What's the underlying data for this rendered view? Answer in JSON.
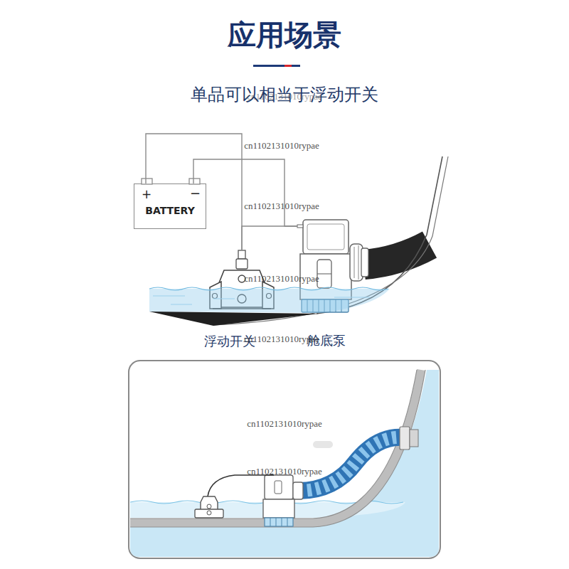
{
  "diagram": {
    "title": "应用场景",
    "nodes": [
      {
        "text": [
          "+",
          "−",
          "BATTERY"
        ]
      },
      {
        "text": [
          "浮动开关"
        ]
      },
      {
        "text": [
          "舱底泵"
        ]
      }
    ],
    "edges": [
      {
        "from": 0,
        "to": 1,
        "arrow": "none"
      },
      {
        "from": 0,
        "to": 2,
        "arrow": "none"
      },
      {
        "from": 1,
        "to": 2,
        "arrow": "none"
      }
    ],
    "labels": [
      "单品可以相当于浮动开关",
      "cn1102131010rypae",
      "cn1102131010rypae",
      "cn1102131010rypae",
      "cn1102131010rypae",
      "cn1102131010rypae",
      "cn1102131010rypae",
      "cn1102131010rypae"
    ]
  }
}
